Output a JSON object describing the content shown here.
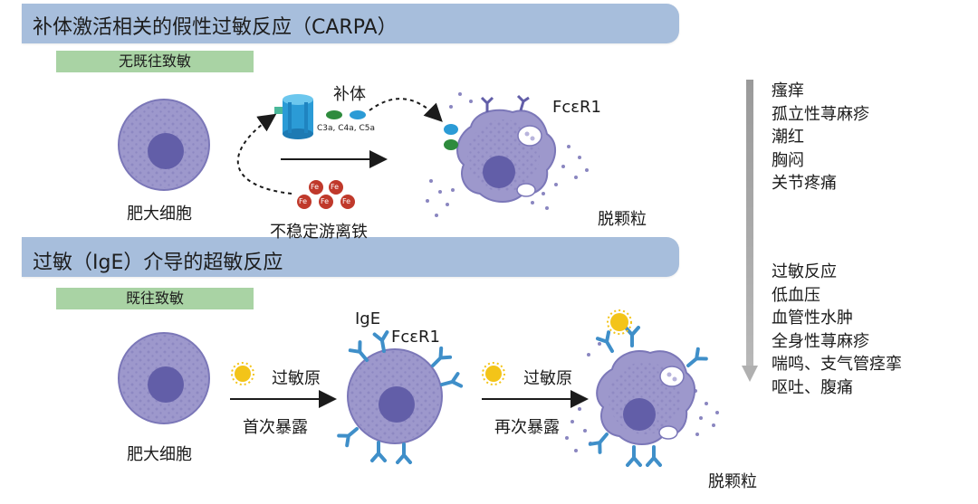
{
  "carpa": {
    "title": "补体激活相关的假性过敏反应（CARPA）",
    "tag": "无既往致敏",
    "mast_cell_label": "肥大细胞",
    "complement_label": "补体",
    "complement_fragments": "C3a, C4a, C5a",
    "iron_label": "不稳定游离铁",
    "iron_symbol": "Fe",
    "receptor_label": "FcεR1",
    "degranulation_label": "脱颗粒",
    "symptoms": [
      "瘙痒",
      "孤立性荨麻疹",
      "潮红",
      "胸闷",
      "关节疼痛"
    ]
  },
  "ige": {
    "title": "过敏（IgE）介导的超敏反应",
    "tag": "既往致敏",
    "mast_cell_label": "肥大细胞",
    "allergen_label_1": "过敏原",
    "first_exposure_label": "首次暴露",
    "ige_label": "IgE",
    "receptor_label": "FcεR1",
    "allergen_label_2": "过敏原",
    "second_exposure_label": "再次暴露",
    "degranulation_label": "脱颗粒",
    "symptoms": [
      "过敏反应",
      "低血压",
      "血管性水肿",
      "全身性荨麻疹",
      "喘鸣、支气管痉挛",
      "呕吐、腹痛"
    ]
  },
  "colors": {
    "banner": "#a7bedc",
    "tag": "#a9d3a4",
    "cell": "#9d98cc",
    "nucleus": "#625ea8",
    "iron": "#c0392b",
    "antibody": "#3f8fc9",
    "allergen": "#f3c419",
    "pore": "#2b9bd6"
  }
}
